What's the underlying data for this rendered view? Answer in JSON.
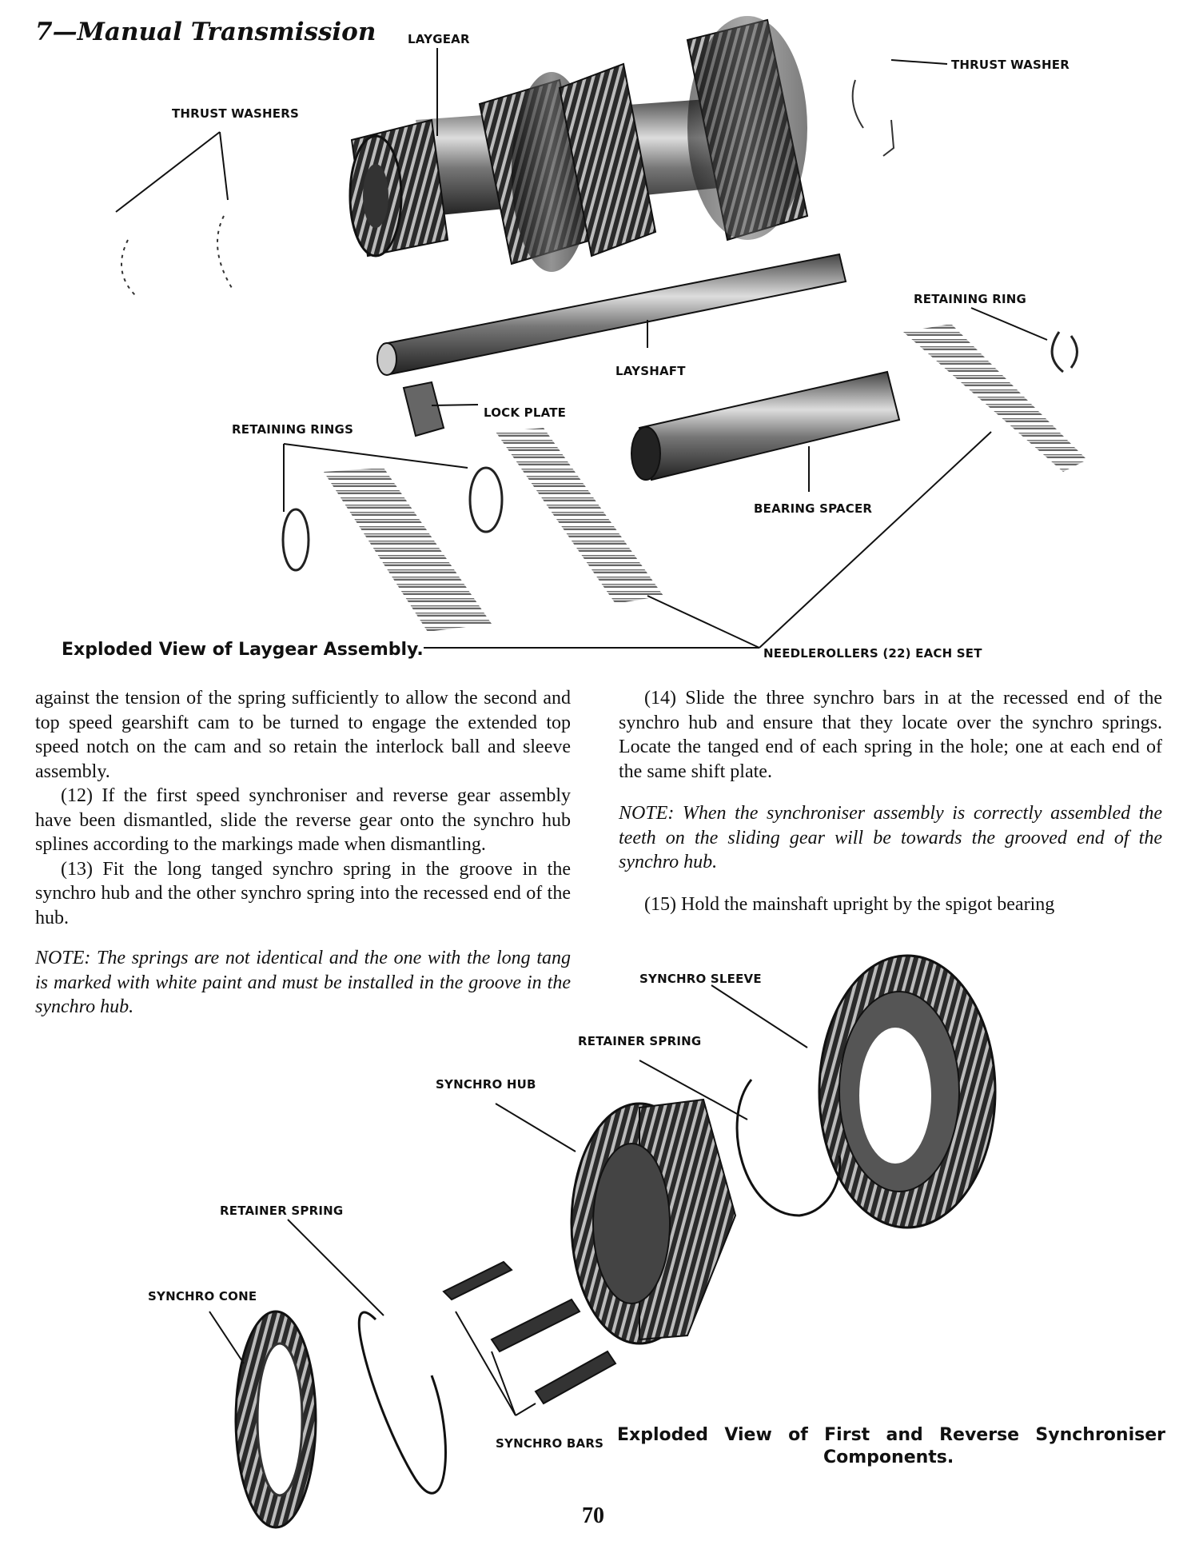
{
  "header": {
    "title": "7—Manual Transmission"
  },
  "figure1": {
    "labels": {
      "laygear": "LAYGEAR",
      "thrust_washer": "THRUST WASHER",
      "thrust_washers": "THRUST WASHERS",
      "retaining_ring": "RETAINING RING",
      "layshaft": "LAYSHAFT",
      "lock_plate": "LOCK PLATE",
      "retaining_rings": "RETAINING RINGS",
      "bearing_spacer": "BEARING SPACER",
      "needlerollers": "NEEDLEROLLERS (22) EACH SET"
    },
    "caption": "Exploded View of Laygear Assembly."
  },
  "text": {
    "left_col": [
      "against the tension of the spring sufficiently to allow the second and top speed gearshift cam to be turned to engage the extended top speed notch on the cam and so retain the interlock ball and sleeve assembly.",
      "(12) If the first speed synchroniser and reverse gear assembly have been dismantled, slide the reverse gear onto the synchro hub splines according to the markings made when dismantling.",
      "(13) Fit the long tanged synchro spring in the groove in the synchro hub and the other synchro spring into the recessed end of the hub."
    ],
    "left_note": "NOTE: The springs are not identical and the one with the long tang is marked with white paint and must be installed in the groove in the synchro hub.",
    "right_col": [
      "(14) Slide the three synchro bars in at the recessed end of the synchro hub and ensure that they locate over the synchro springs. Locate the tanged end of each spring in the hole; one at each end of the same shift plate."
    ],
    "right_note": "NOTE: When the synchroniser assembly is correctly assembled the teeth on the sliding gear will be towards the grooved end of the synchro hub.",
    "right_col2": "(15) Hold the mainshaft upright by the spigot bearing"
  },
  "figure2": {
    "labels": {
      "synchro_sleeve": "SYNCHRO SLEEVE",
      "retainer_spring_top": "RETAINER SPRING",
      "synchro_hub": "SYNCHRO HUB",
      "retainer_spring_left": "RETAINER SPRING",
      "synchro_cone": "SYNCHRO CONE",
      "synchro_bars": "SYNCHRO BARS"
    },
    "caption_line1": "Exploded View of First and Reverse Synchroniser",
    "caption_line2": "Components."
  },
  "footer": {
    "page_number": "70"
  }
}
